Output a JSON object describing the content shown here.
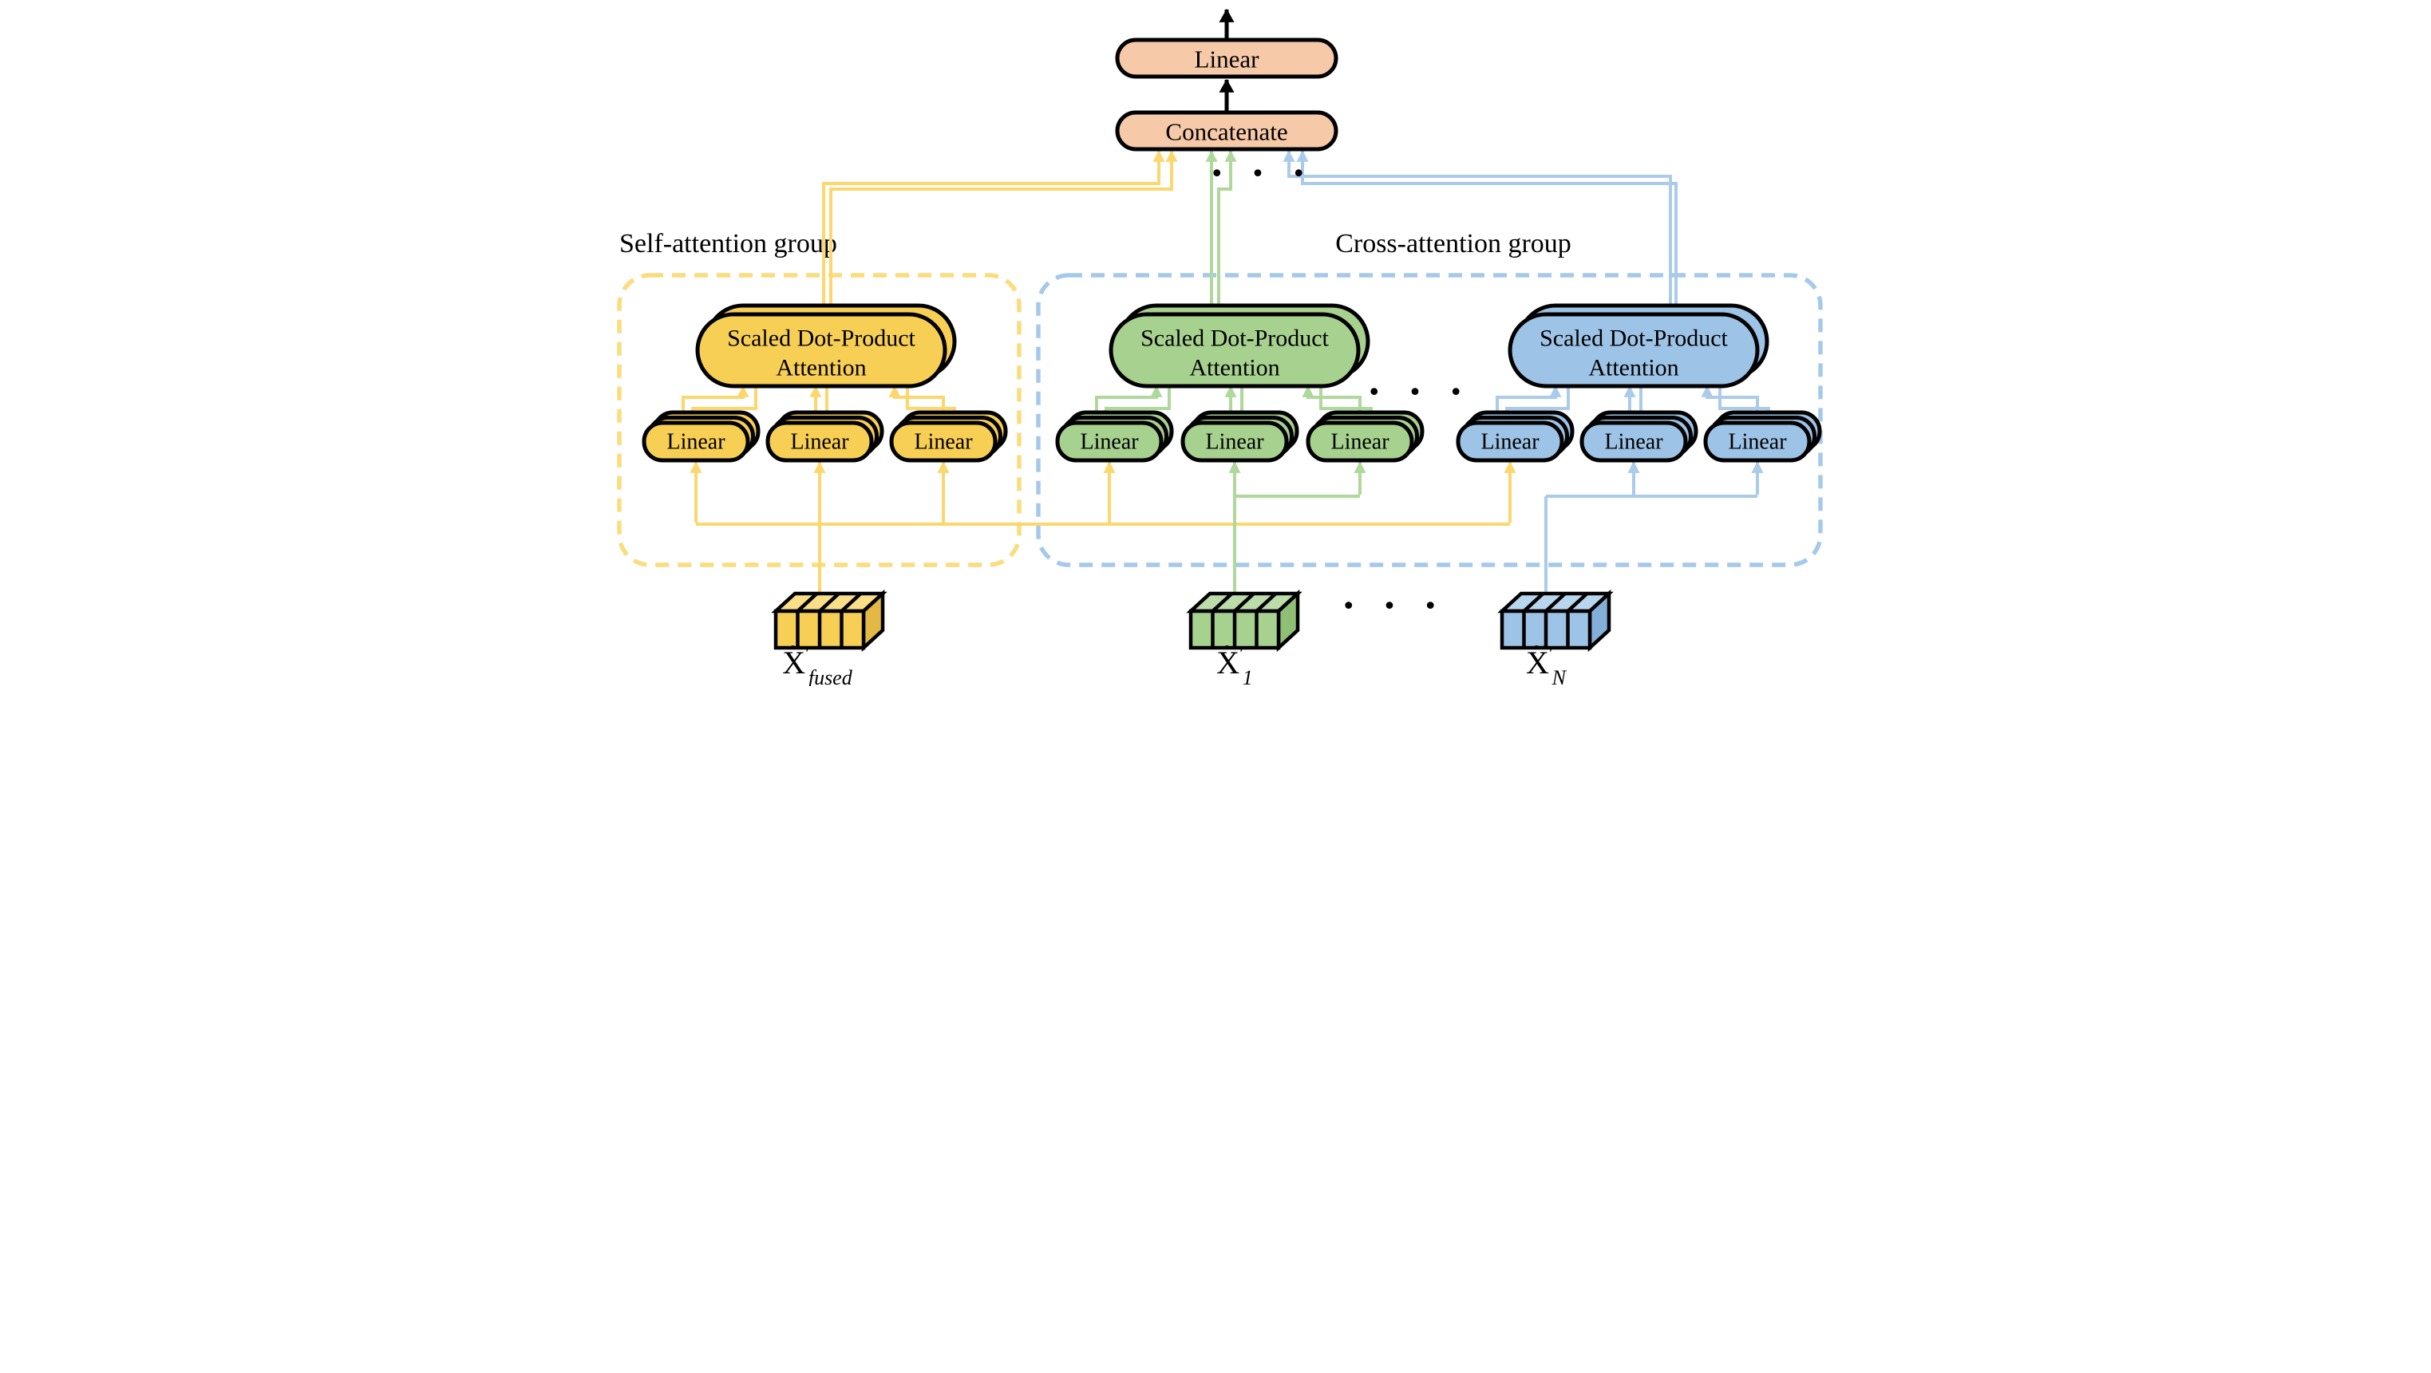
{
  "output_stack": {
    "linear_label": "Linear",
    "concatenate_label": "Concatenate"
  },
  "group_labels": {
    "self_attention": "Self-attention group",
    "cross_attention": "Cross-attention group"
  },
  "attention_groups": [
    {
      "name": "self-attention",
      "attention_label_line1": "Scaled Dot-Product",
      "attention_label_line2": "Attention",
      "linear_labels": [
        "Linear",
        "Linear",
        "Linear"
      ]
    },
    {
      "name": "cross-attention-modality-1",
      "attention_label_line1": "Scaled Dot-Product",
      "attention_label_line2": "Attention",
      "linear_labels": [
        "Linear",
        "Linear",
        "Linear"
      ]
    },
    {
      "name": "cross-attention-modality-N",
      "attention_label_line1": "Scaled Dot-Product",
      "attention_label_line2": "Attention",
      "linear_labels": [
        "Linear",
        "Linear",
        "Linear"
      ]
    }
  ],
  "inputs": [
    {
      "symbol": "X̃",
      "prime": "′",
      "subscript": "fused"
    },
    {
      "symbol": "X̃",
      "prime": "′",
      "subscript": "1"
    },
    {
      "symbol": "X̃",
      "prime": "′",
      "subscript": "N"
    }
  ],
  "ellipses": {
    "concatenate_level": "• • •",
    "group_level": "• • •",
    "input_level": "• • •"
  },
  "colors": {
    "peach_box": "#F6C9A8",
    "yellow_box": "#F8CF55",
    "yellow_line": "#FBD76D",
    "yellow_dash": "#FBDC7E",
    "green_box": "#A7D18E",
    "green_line": "#AFD89B",
    "blue_box": "#9DC3E6",
    "blue_line": "#AACBE9",
    "blue_dash": "#A6C9EA",
    "outline": "#000000"
  }
}
